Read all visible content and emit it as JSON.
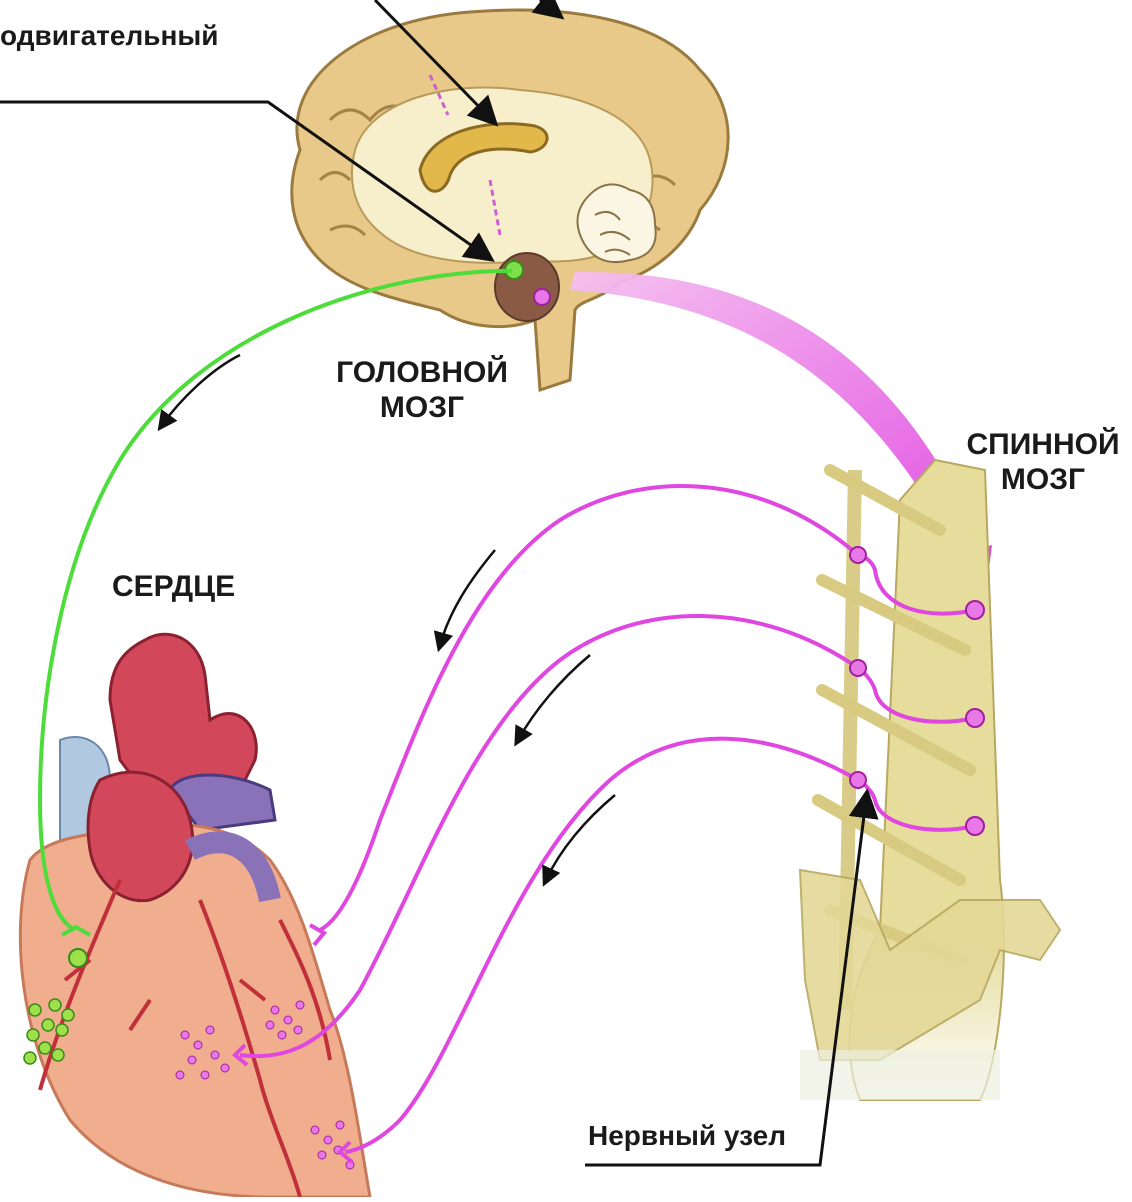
{
  "labels": {
    "brain_line1": "ГОЛОВНОЙ",
    "brain_line2": "МОЗГ",
    "spine_line1": "СПИННОЙ",
    "spine_line2": "МОЗГ",
    "heart": "СЕРДЦЕ",
    "hypothalamus_partial": "одвигательный",
    "ganglion": "Нервный узел"
  },
  "colors": {
    "sympathetic": "#e046e0",
    "parasympathetic": "#4ddc3a",
    "brain_tissue": "#e9c98a",
    "brain_inner": "#f7eecb",
    "spine_bone": "#e6dc9c",
    "heart_red": "#d2485a",
    "heart_purple": "#8a72b8",
    "heart_surface": "#f0ae8e"
  }
}
